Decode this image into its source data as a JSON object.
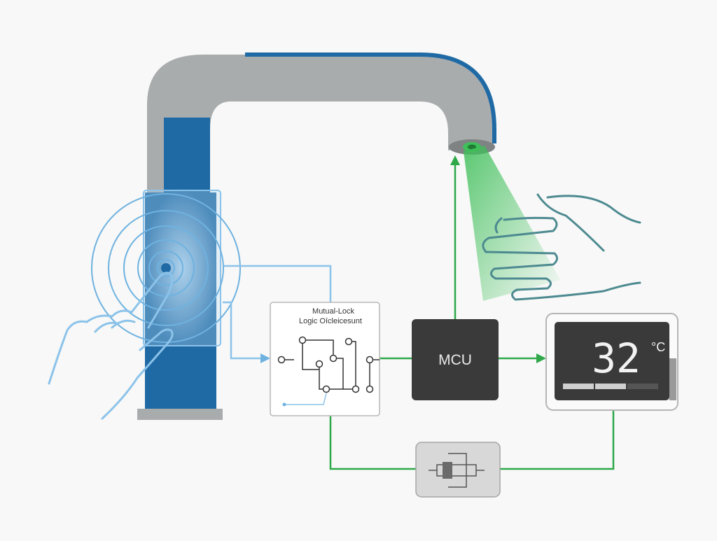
{
  "logic_box": {
    "title_line1": "Mutual-Lock",
    "title_line2": "Logic Oīcleicesunt"
  },
  "mcu": {
    "label": "MCU"
  },
  "display": {
    "temperature": "32",
    "unit": "°C",
    "progress": [
      1.0,
      1.0,
      0.0
    ]
  },
  "colors": {
    "faucet_gray": "#a9acad",
    "faucet_blue": "#1f6aa5",
    "touch_blue": "#6fb2e0",
    "sensor_green": "#3fbf5a",
    "wire_green": "#2fa84a",
    "mcu_dark": "#3a3a3a",
    "display_frame": "#9a9a9a"
  },
  "icons": {
    "touch": "hand-pointing-icon",
    "proximity": "open-hand-icon",
    "valve": "solenoid-valve-icon"
  }
}
